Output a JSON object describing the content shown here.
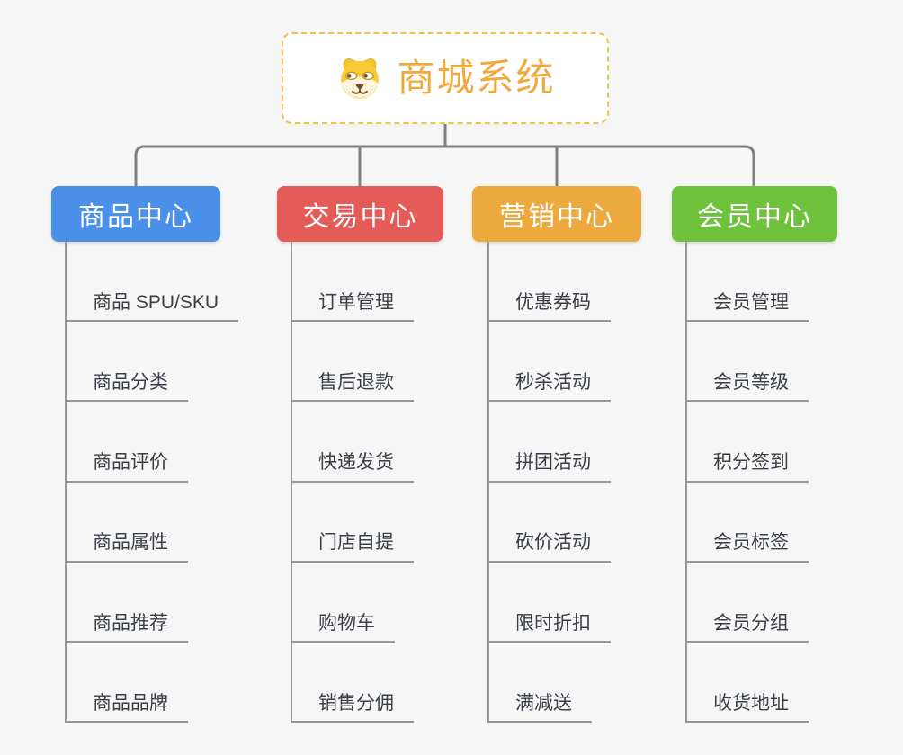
{
  "root": {
    "title": "商城系统",
    "icon": "dog-face-icon",
    "title_color": "#f0a93c",
    "border_color": "#f2c04e"
  },
  "branches": [
    {
      "label": "商品中心",
      "color": "#4a8fe8",
      "children": [
        "商品 SPU/SKU",
        "商品分类",
        "商品评价",
        "商品属性",
        "商品推荐",
        "商品品牌"
      ]
    },
    {
      "label": "交易中心",
      "color": "#e45b57",
      "children": [
        "订单管理",
        "售后退款",
        "快递发货",
        "门店自提",
        "购物车",
        "销售分佣"
      ]
    },
    {
      "label": "营销中心",
      "color": "#eca93d",
      "children": [
        "优惠券码",
        "秒杀活动",
        "拼团活动",
        "砍价活动",
        "限时折扣",
        "满减送"
      ]
    },
    {
      "label": "会员中心",
      "color": "#6ec23c",
      "children": [
        "会员管理",
        "会员等级",
        "积分签到",
        "会员标签",
        "会员分组",
        "收货地址"
      ]
    }
  ],
  "colors": {
    "background": "#f6f6f6",
    "connector": "#808080",
    "underline": "#979797",
    "leaf_text": "#3a3f47"
  }
}
